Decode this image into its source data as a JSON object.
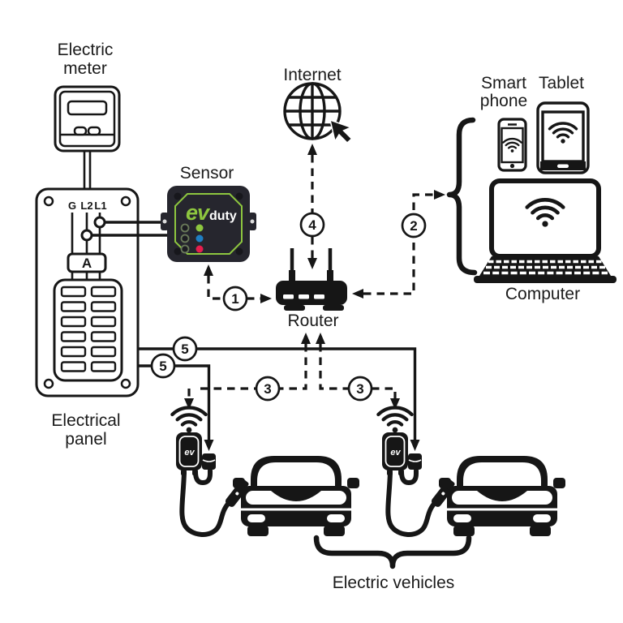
{
  "labels": {
    "electric_meter": {
      "line1": "Electric",
      "line2": "meter"
    },
    "electrical_panel": {
      "line1": "Electrical",
      "line2": "panel"
    },
    "sensor": "Sensor",
    "internet": "Internet",
    "router": "Router",
    "smart_phone": {
      "line1": "Smart",
      "line2": "phone"
    },
    "tablet": "Tablet",
    "computer": "Computer",
    "electric_vehicles": "Electric vehicles"
  },
  "electrical_panel": {
    "wire_labels": {
      "ground": "G",
      "line2": "L2",
      "line1": "L1"
    },
    "meter_box": "A"
  },
  "sensor_device": {
    "brand_ev": "ev",
    "brand_duty": "duty",
    "colors": {
      "body": "#26262e",
      "accent_green": "#8dc63f",
      "led_blue": "#1f7ec2",
      "led_red": "#e61e4d"
    }
  },
  "charging_station": {
    "brand": "ev"
  },
  "badges": {
    "step1": "1",
    "step2": "2",
    "step3": "3",
    "step4": "4",
    "step5": "5"
  }
}
